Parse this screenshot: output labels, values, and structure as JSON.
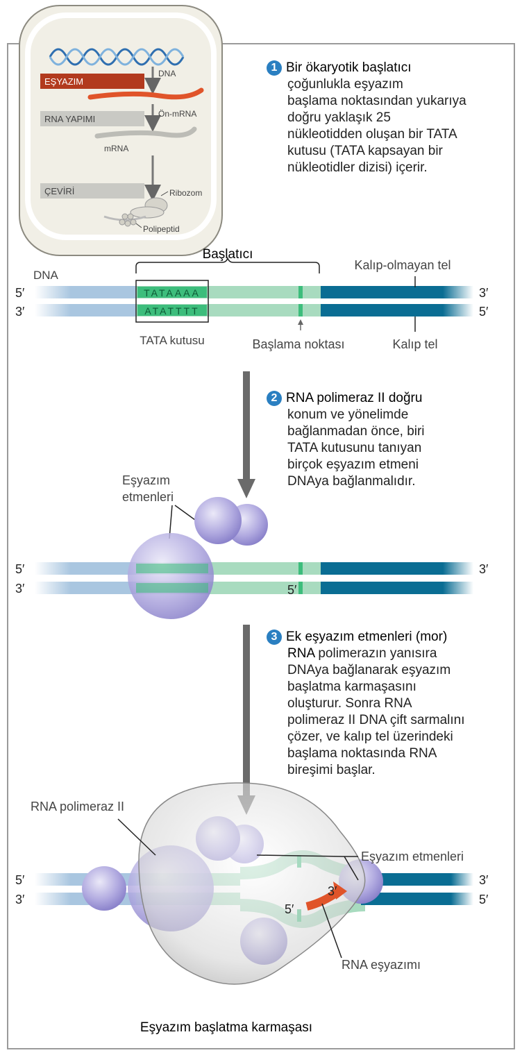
{
  "inset": {
    "transcription_label": "EŞYAZIM",
    "rna_processing_label": "RNA YAPIMI",
    "translation_label": "ÇEVİRİ",
    "dna_label": "DNA",
    "pre_mrna_label": "Ön-mRNA",
    "mrna_label": "mRNA",
    "ribosome_label": "Ribozom",
    "polypeptide_label": "Polipeptid"
  },
  "step1": {
    "number": "1",
    "head": "Bir ökaryotik başlatıcı",
    "lines": [
      "çoğunlukla eşyazım",
      "başlama noktasından yukarıya",
      "doğru yaklaşık 25",
      "nükleotidden oluşan bir TATA",
      "kutusu (TATA kapsayan bir",
      "nükleotidler dizisi) içerir."
    ]
  },
  "promoter": {
    "promoter_label": "Başlatıcı",
    "dna_label": "DNA",
    "nontemplate_label": "Kalıp-olmayan tel",
    "template_label": "Kalıp tel",
    "tata_top": "TATAAAA",
    "tata_bottom": "ATATTTT",
    "tata_box_label": "TATA kutusu",
    "start_point_label": "Başlama noktası",
    "five_prime": "5′",
    "three_prime": "3′"
  },
  "step2": {
    "number": "2",
    "head": "RNA polimeraz II doğru",
    "lines": [
      "konum ve yönelimde",
      "bağlanmadan önce, biri",
      "TATA kutusunu tanıyan",
      "birçok eşyazım etmeni",
      "DNAya bağlanmalıdır."
    ],
    "factors_line1": "Eşyazım",
    "factors_line2": "etmenleri"
  },
  "step3": {
    "number": "3",
    "head": "Ek eşyazım etmenleri (mor)",
    "head2": "RNA",
    "line1_rest": " polimerazın yanısıra",
    "lines": [
      "DNAya bağlanarak eşyazım",
      "başlatma karmaşasını",
      "oluşturur. Sonra RNA",
      "polimeraz II DNA çift sarmalını",
      "çözer, ve kalıp tel üzerindeki",
      "başlama noktasında RNA",
      "bireşimi başlar."
    ]
  },
  "complex": {
    "polymerase_label": "RNA polimeraz II",
    "factors_label": "Eşyazım etmenleri",
    "transcript_label": "RNA eşyazımı",
    "complex_label": "Eşyazım başlatma karmaşası"
  },
  "colors": {
    "dna_light": "#a9c6e0",
    "dna_green": "#a8dbbf",
    "dna_dark": "#0a6d93",
    "tata_green": "#3dbd7c",
    "purple": "#9d96d6",
    "rna_red": "#e0542a",
    "step_blue": "#2a7fc1"
  }
}
